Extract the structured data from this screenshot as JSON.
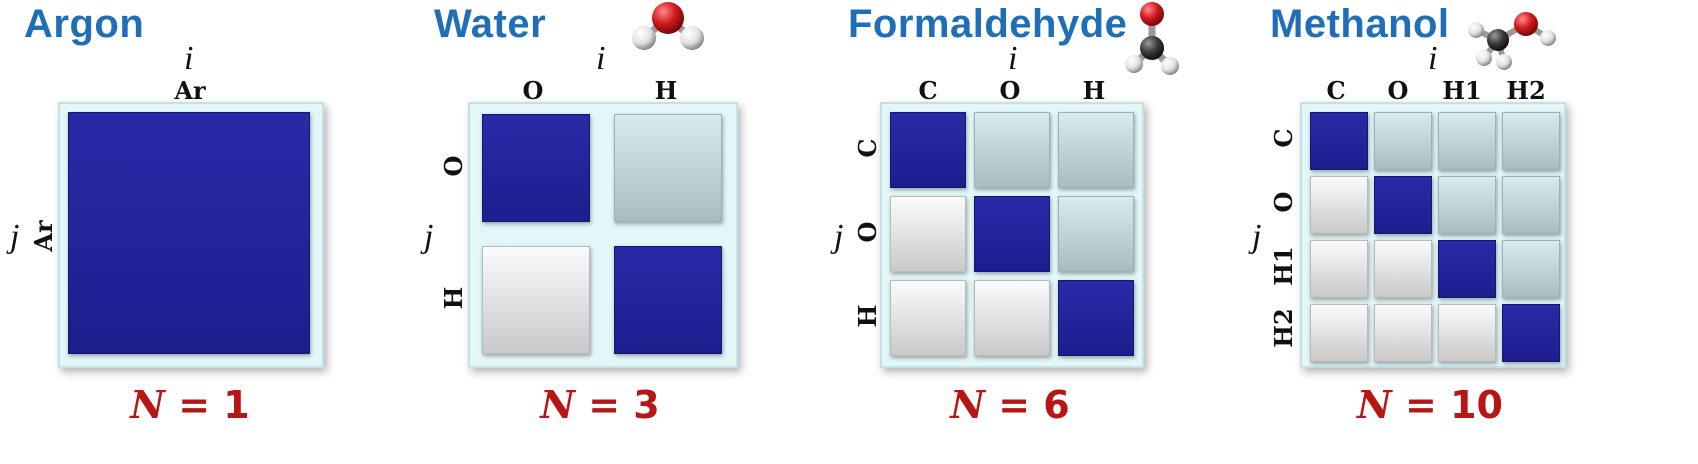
{
  "index_labels": {
    "i": "i",
    "j": "j"
  },
  "n_prefix": "N",
  "n_equals": " = ",
  "colors": {
    "title": "#1f6fb8",
    "count": "#b81515",
    "diagonal_block": "#1d1d8e",
    "upper_block": "#b9cdd1",
    "lower_block": "#dcdcdc",
    "frame": "#e4f7f8",
    "oxygen": "#d0191b",
    "hydrogen": "#e8e8e8",
    "carbon": "#3a3a3a"
  },
  "panels": [
    {
      "title": "Argon",
      "atoms": [
        "Ar"
      ],
      "n_value": "1"
    },
    {
      "title": "Water",
      "atoms": [
        "O",
        "H"
      ],
      "n_value": "3",
      "molecule_icon": "water-molecule-icon"
    },
    {
      "title": "Formaldehyde",
      "atoms": [
        "C",
        "O",
        "H"
      ],
      "n_value": "6",
      "molecule_icon": "formaldehyde-molecule-icon"
    },
    {
      "title": "Methanol",
      "atoms": [
        "C",
        "O",
        "H1",
        "H2"
      ],
      "n_value": "10",
      "molecule_icon": "methanol-molecule-icon"
    }
  ]
}
